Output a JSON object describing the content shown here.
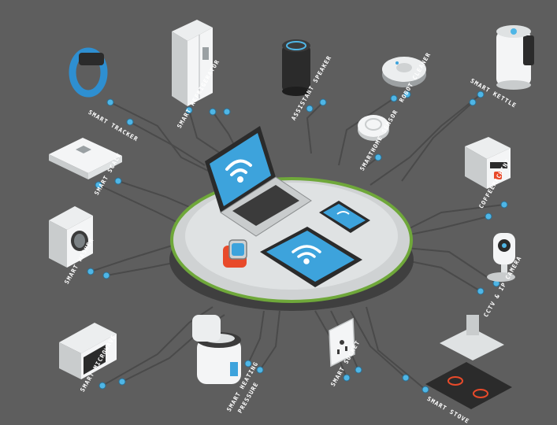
{
  "colors": {
    "background": "#5e5e5e",
    "circuit": "#4a4a4a",
    "node": "#4fb6e6",
    "wifi_screen": "#3da3dc",
    "watch_band": "#e84a2a",
    "platform_ring": "#6fa83a"
  },
  "devices": {
    "tracker": "SMART TRACKER",
    "refrigerator": "SMART REFRIGERATOR",
    "speaker": "ASSISTANT SPEAKER",
    "robot": "ROBOT CLEANER",
    "kettle": "SMART KETTLE",
    "sensor": "SMARTHOME SENSOR",
    "scale": "SMART SCALE",
    "coffee": "COFFEEMACHINE",
    "washer": "SMART WASHER",
    "cctv": "CCTV & IP CAMERA",
    "microwave": "SMART MICROWAVE",
    "heating": "SMART HEATING",
    "heating2": "PRESSURE",
    "socket": "SMART SOCKET",
    "stove": "SMART STOVE"
  },
  "icons": [
    "wifi-icon",
    "smartwatch-icon",
    "laptop-icon",
    "tablet-icon",
    "phone-icon"
  ]
}
